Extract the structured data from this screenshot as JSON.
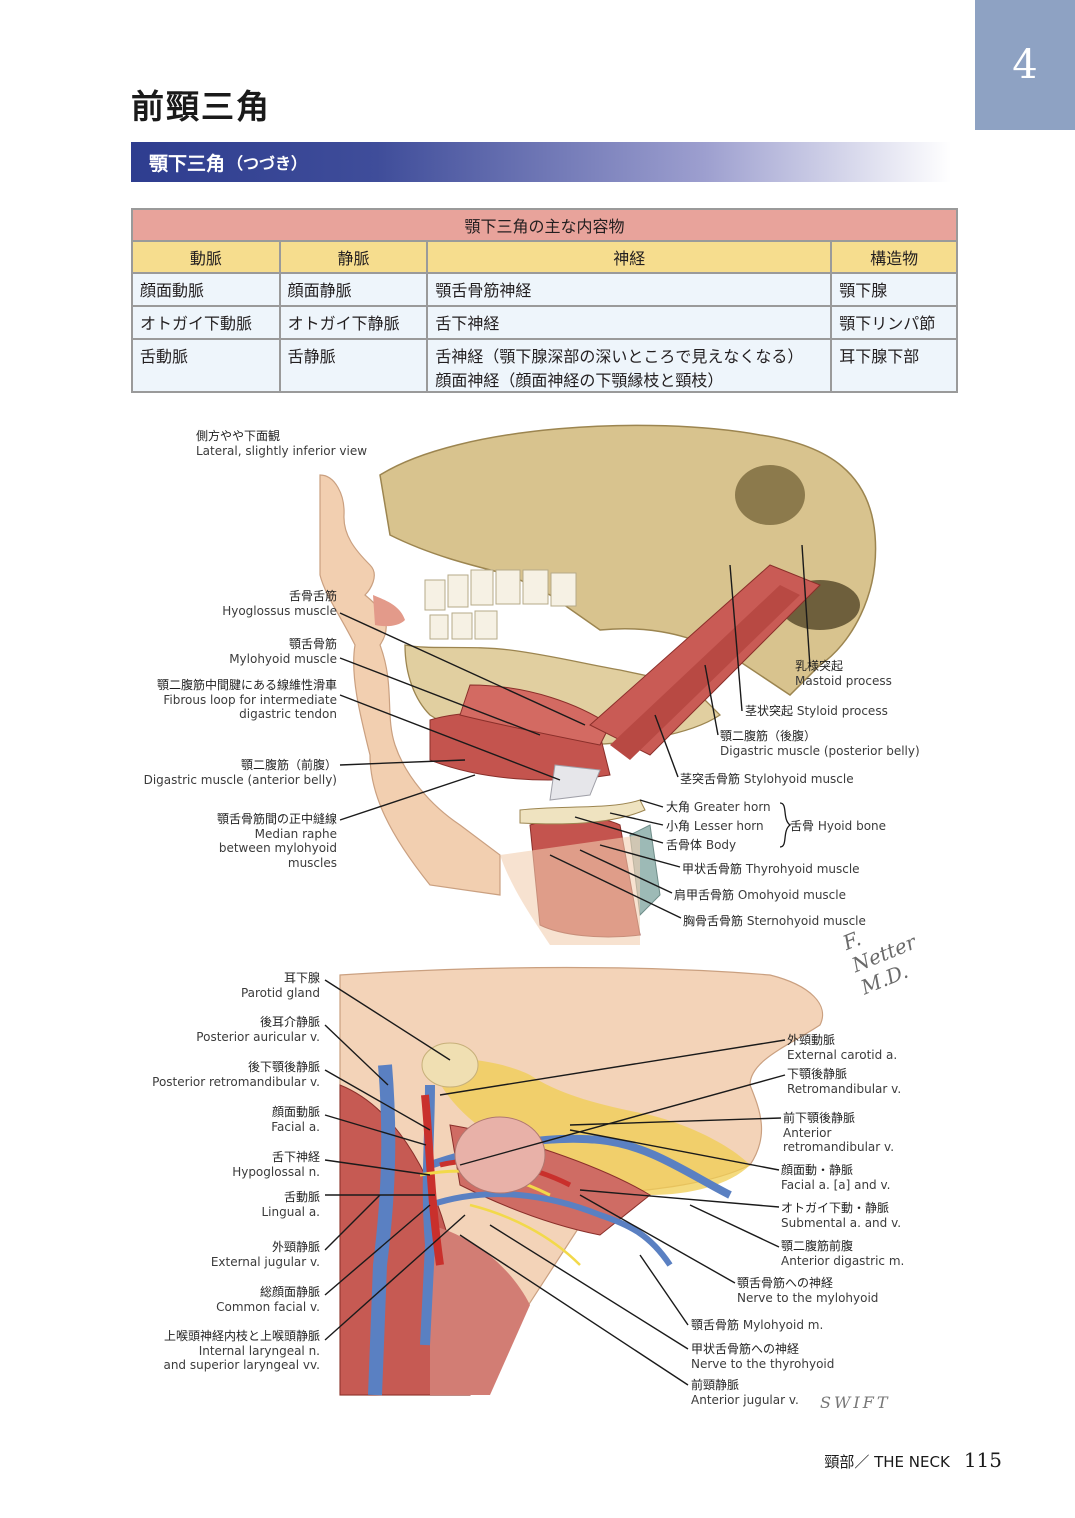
{
  "chapter_number": "4",
  "page_title": "前頸三角",
  "section": {
    "title": "顎下三角",
    "subtitle": "（つづき）"
  },
  "table": {
    "caption": "顎下三角の主な内容物",
    "headers": [
      "動脈",
      "静脈",
      "神経",
      "構造物"
    ],
    "rows": [
      [
        "顔面動脈",
        "顔面静脈",
        [
          "顎舌骨筋神経"
        ],
        "顎下腺"
      ],
      [
        "オトガイ下動脈",
        "オトガイ下静脈",
        [
          "舌下神経"
        ],
        "顎下リンパ節"
      ],
      [
        "舌動脈",
        "舌静脈",
        [
          "舌神経（顎下腺深部の深いところで見えなくなる）",
          "顔面神経（顔面神経の下顎縁枝と頸枝）"
        ],
        "耳下腺下部"
      ]
    ]
  },
  "figure1": {
    "view": {
      "jp": "側方やや下面観",
      "en": "Lateral, slightly inferior view"
    },
    "left_labels": [
      {
        "jp": "舌骨舌筋",
        "en": [
          "Hyoglossus muscle"
        ]
      },
      {
        "jp": "顎舌骨筋",
        "en": [
          "Mylohyoid muscle"
        ]
      },
      {
        "jp": "顎二腹筋中間腱にある線維性滑車",
        "en": [
          "Fibrous loop for intermediate",
          "digastric tendon"
        ]
      },
      {
        "jp": "顎二腹筋（前腹）",
        "en": [
          "Digastric muscle (anterior belly)"
        ]
      },
      {
        "jp": "顎舌骨筋間の正中縫線",
        "en": [
          "Median raphe",
          "between mylohyoid",
          "muscles"
        ]
      }
    ],
    "right_labels": [
      {
        "jp": "乳様突起",
        "en": "Mastoid process"
      },
      {
        "jp": "茎状突起",
        "en": "Styloid process"
      },
      {
        "jp": "顎二腹筋（後腹）",
        "en": "Digastric muscle (posterior belly)"
      },
      {
        "jp": "茎突舌骨筋",
        "en": "Stylohyoid muscle"
      },
      {
        "jp": "大角",
        "en": "Greater horn"
      },
      {
        "jp": "小角",
        "en": "Lesser horn"
      },
      {
        "jp": "舌骨体",
        "en": "Body"
      },
      {
        "jp": "甲状舌骨筋",
        "en": "Thyrohyoid muscle"
      },
      {
        "jp": "肩甲舌骨筋",
        "en": "Omohyoid muscle"
      },
      {
        "jp": "胸骨舌骨筋",
        "en": "Sternohyoid muscle"
      }
    ],
    "hyoid_group": {
      "jp": "舌骨",
      "en": "Hyoid bone"
    },
    "signature": "F. Netter M.D."
  },
  "figure2": {
    "left_labels": [
      {
        "jp": "耳下腺",
        "en": [
          "Parotid gland"
        ]
      },
      {
        "jp": "後耳介静脈",
        "en": [
          "Posterior auricular v."
        ]
      },
      {
        "jp": "後下顎後静脈",
        "en": [
          "Posterior retromandibular v."
        ]
      },
      {
        "jp": "顔面動脈",
        "en": [
          "Facial a."
        ]
      },
      {
        "jp": "舌下神経",
        "en": [
          "Hypoglossal n."
        ]
      },
      {
        "jp": "舌動脈",
        "en": [
          "Lingual a."
        ]
      },
      {
        "jp": "外頸静脈",
        "en": [
          "External jugular v."
        ]
      },
      {
        "jp": "総顔面静脈",
        "en": [
          "Common facial v."
        ]
      },
      {
        "jp": "上喉頭神経内枝と上喉頭静脈",
        "en": [
          "Internal laryngeal n.",
          "and superior laryngeal vv."
        ]
      }
    ],
    "right_labels": [
      {
        "jp": "外頸動脈",
        "en": [
          "External carotid a."
        ]
      },
      {
        "jp": "下顎後静脈",
        "en": [
          "Retromandibular v."
        ]
      },
      {
        "jp": "前下顎後静脈",
        "en": [
          "Anterior",
          "retromandibular v."
        ]
      },
      {
        "jp": "顔面動・静脈",
        "en": [
          "Facial a. [a] and v."
        ]
      },
      {
        "jp": "オトガイ下動・静脈",
        "en": [
          "Submental a. and v."
        ]
      },
      {
        "jp": "顎二腹筋前腹",
        "en": [
          "Anterior digastric m."
        ]
      },
      {
        "jp": "顎舌骨筋への神経",
        "en": [
          "Nerve to the mylohyoid"
        ]
      },
      {
        "jp": "顎舌骨筋",
        "en": [
          "Mylohyoid m."
        ],
        "inline": true
      },
      {
        "jp": "甲状舌骨筋への神経",
        "en": [
          "Nerve to the thyrohyoid"
        ]
      },
      {
        "jp": "前頸静脈",
        "en": [
          "Anterior jugular v."
        ]
      }
    ],
    "signature": "SWIFT"
  },
  "footer": {
    "section": "頸部／ THE NECK",
    "page_number": "115"
  }
}
